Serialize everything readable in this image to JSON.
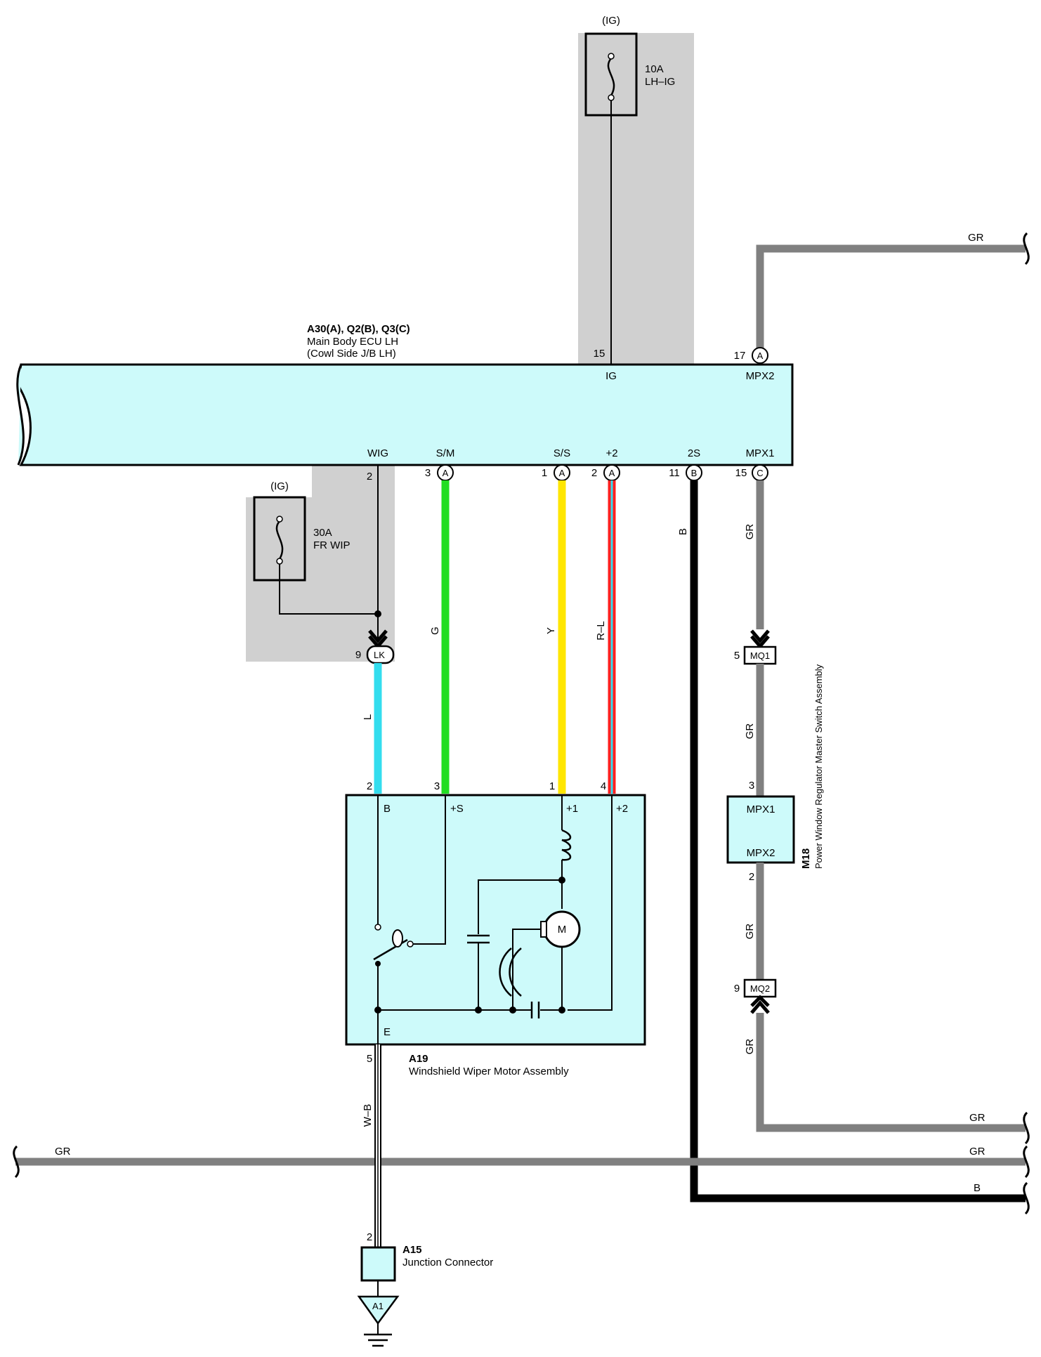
{
  "fuses": {
    "lh_ig": {
      "supply": "(IG)",
      "rating": "10A",
      "name": "LH–IG"
    },
    "fr_wip": {
      "supply": "(IG)",
      "rating": "30A",
      "name": "FR WIP"
    }
  },
  "ecu": {
    "code": "A30(A), Q2(B), Q3(C)",
    "name": "Main Body ECU LH",
    "location": "(Cowl Side J/B LH)",
    "top_pins": [
      {
        "num": "15",
        "label": "IG",
        "conn": ""
      },
      {
        "num": "17",
        "label": "MPX2",
        "conn": "A"
      }
    ],
    "bottom_pins": [
      {
        "num": "2",
        "label": "WIG",
        "conn": ""
      },
      {
        "num": "3",
        "label": "S/M",
        "conn": "A"
      },
      {
        "num": "1",
        "label": "S/S",
        "conn": "A"
      },
      {
        "num": "2",
        "label": "+2",
        "conn": "A"
      },
      {
        "num": "11",
        "label": "2S",
        "conn": "B"
      },
      {
        "num": "15",
        "label": "MPX1",
        "conn": "C"
      }
    ]
  },
  "wires": {
    "gr_top": "GR",
    "mpx1": "GR",
    "mq1_mpx": "GR",
    "mpx_mq2": "GR",
    "mq2_bot": "GR",
    "gr_right1": "GR",
    "gr_left": "GR",
    "gr_right2": "GR",
    "b_right": "B",
    "b_vert": "B",
    "g": "G",
    "y": "Y",
    "rl": "R–L",
    "l": "L",
    "wb": "W–B"
  },
  "colors": {
    "panel": "#cdfafa",
    "shade": "#d0d0d0",
    "gr": "#808080",
    "g": "#22dd22",
    "y": "#ffe600",
    "l": "#33ddee",
    "r": "#ff2020",
    "b": "#000000"
  },
  "connectors": {
    "lk": {
      "pin": "9",
      "id": "LK"
    },
    "mq1": {
      "pin": "5",
      "id": "MQ1"
    },
    "mq2": {
      "pin": "9",
      "id": "MQ2"
    }
  },
  "motor": {
    "code": "A19",
    "name": "Windshield Wiper Motor Assembly",
    "pins": [
      {
        "num": "2",
        "label": "B"
      },
      {
        "num": "3",
        "label": "+S"
      },
      {
        "num": "1",
        "label": "+1"
      },
      {
        "num": "4",
        "label": "+2"
      }
    ],
    "e_label": "E",
    "e_pin": "5",
    "m_label": "M"
  },
  "switch_assy": {
    "code": "M18",
    "name": "Power Window Regulator Master Switch Assembly",
    "pin_top": "3",
    "label_top": "MPX1",
    "label_bottom": "MPX2",
    "pin_bottom": "2"
  },
  "junction": {
    "code": "A15",
    "name": "Junction Connector",
    "pin": "2"
  },
  "ground": {
    "id": "A1"
  }
}
